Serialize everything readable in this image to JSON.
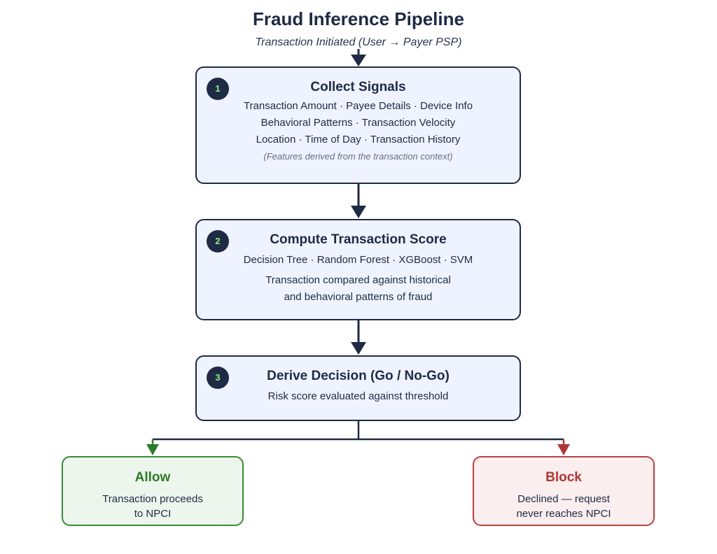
{
  "diagram": {
    "title": "Fraud Inference Pipeline",
    "trigger": "Transaction Initiated (User → Payer PSP)",
    "steps": [
      {
        "number": "1",
        "title": "Collect Signals",
        "lines": [
          "Transaction Amount · Payee Details · Device Info",
          "Behavioral Patterns · Transaction Velocity",
          "Location · Time of Day · Transaction History"
        ],
        "note": "(Features derived from the transaction context)"
      },
      {
        "number": "2",
        "title": "Compute Transaction Score",
        "lines": [
          "Decision Tree · Random Forest · XGBoost · SVM",
          "Transaction compared against historical",
          "and behavioral patterns of fraud"
        ]
      },
      {
        "number": "3",
        "title": "Derive Decision (Go / No-Go)",
        "lines": [
          "Risk score evaluated against threshold"
        ]
      }
    ],
    "outcomes": {
      "allow": {
        "title": "Allow",
        "lines": [
          "Transaction proceeds",
          "to NPCI"
        ]
      },
      "block": {
        "title": "Block",
        "lines": [
          "Declined — request",
          "never reaches NPCI"
        ]
      }
    },
    "colors": {
      "navy": "#1f2a44",
      "step_fill": "#eef3ff",
      "badge_text": "#8ff08f",
      "allow_green": "#2e7a2a",
      "allow_fill": "#edf6ec",
      "block_red": "#b03535",
      "block_fill": "#fbeeee"
    }
  }
}
